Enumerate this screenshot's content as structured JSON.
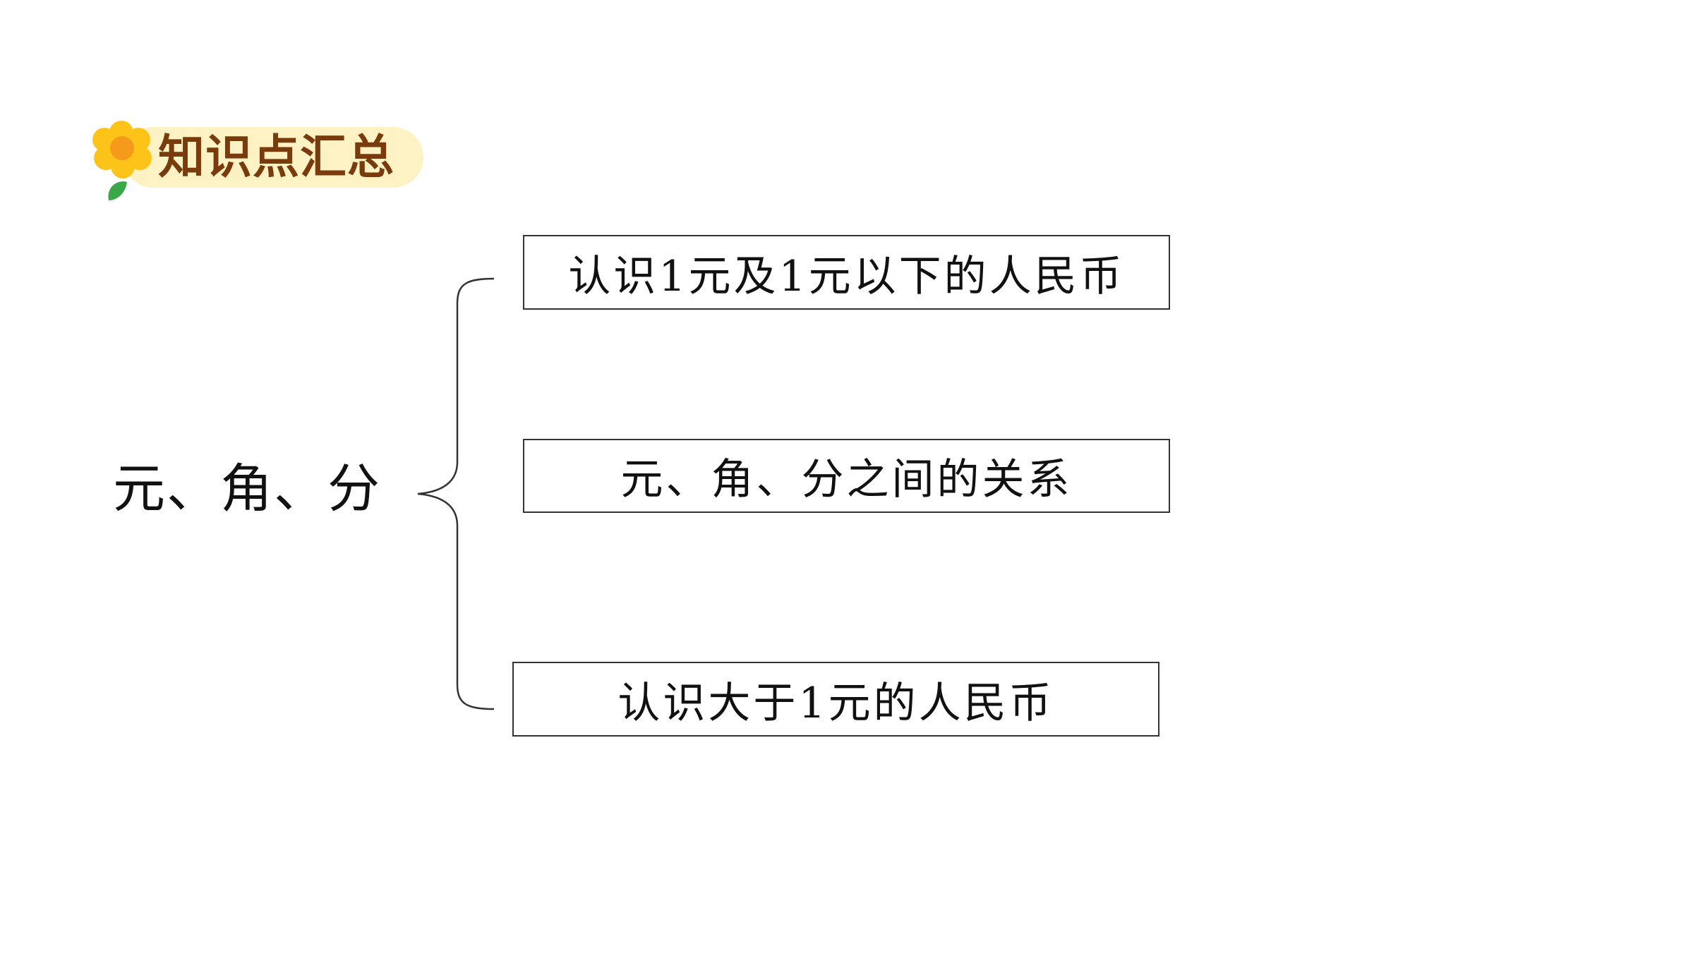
{
  "title": {
    "text": "知识点汇总",
    "icon": "sunflower-icon",
    "text_color": "#7a3b0c",
    "pill_color": "#fdf2c4"
  },
  "diagram": {
    "root": "元、角、分",
    "branches": [
      "认识1元及1元以下的人民币",
      "元、角、分之间的关系",
      "认识大于1元的人民币"
    ]
  }
}
